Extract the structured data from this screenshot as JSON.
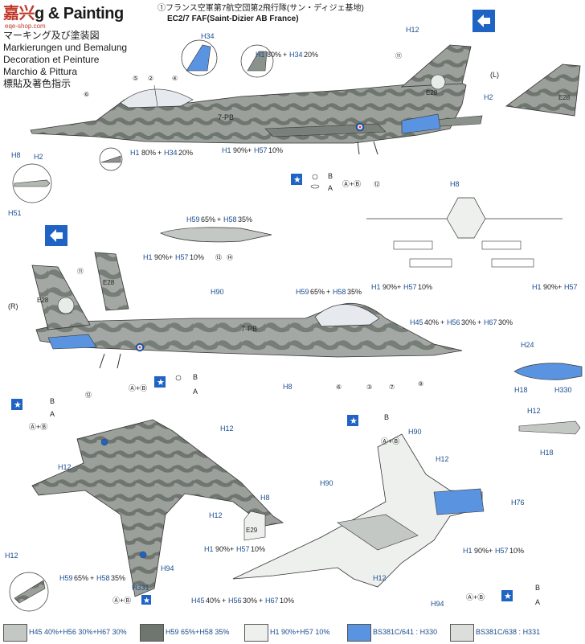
{
  "header": {
    "logo_text": "嘉兴",
    "title_rest": "g & Painting",
    "site": "eqe-shop.com",
    "lines": [
      "マーキング及び塗装図",
      "Markierungen und Bemalung",
      "Decoration et Peinture",
      "Marchio & Pittura",
      "標貼及著色指示"
    ],
    "unit_line": "①フランス空軍第7航空団第2飛行隊(サン・ディジェ基地)",
    "unit_bold": "EC2/7 FAF(Saint-Dizier AB France)"
  },
  "labels": {
    "h12": "H12",
    "h34": "H34",
    "h1": "H1",
    "h2": "H2",
    "h8": "H8",
    "h51": "H51",
    "h59": "H59",
    "h58": "H58",
    "h57": "H57",
    "h45": "H45",
    "h56": "H56",
    "h67": "H67",
    "h90": "H90",
    "h24": "H24",
    "h18": "H18",
    "h330": "H330",
    "h331": "H331",
    "h76": "H76",
    "h94": "H94",
    "l": "(L)",
    "r": "(R)",
    "ab": "Ⓐ+Ⓑ",
    "b": "B",
    "a": "A",
    "n11": "⑪",
    "n5": "⑤",
    "n2": "②",
    "n4": "④",
    "n6": "⑥",
    "n12": "⑫",
    "n13": "⑬",
    "n14": "⑭",
    "n3": "③",
    "n7": "⑦",
    "n9": "⑨",
    "pct_80": "80%",
    "pct_20": "20%",
    "pct_90": "90%",
    "pct_10": "10%",
    "pct_65": "65%",
    "pct_35": "35%",
    "pct_40": "40%",
    "pct_30": "30%",
    "plus": "+",
    "code_side": "7-PB",
    "tail_code": "E28",
    "e29": "E29",
    "bs641": "BS381C/641 :",
    "bs638": "BS381C/638 :"
  },
  "colors": {
    "grey_light": "#c4c8c4",
    "grey_mid": "#9ba09b",
    "grey_dark": "#6f756f",
    "blue": "#5a93e0",
    "flag_blue": "#1f63c4",
    "ink": "#1a4d8f"
  }
}
